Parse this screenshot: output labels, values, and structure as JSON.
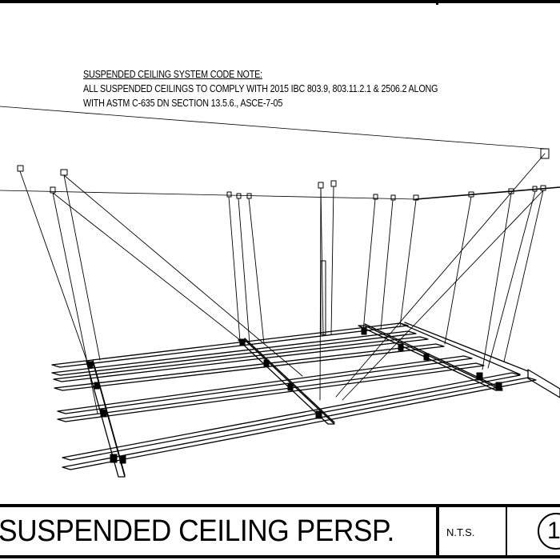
{
  "code_note": {
    "heading": "SUSPENDED CEILING SYSTEM CODE NOTE:",
    "line1": "ALL SUSPENDED CEILINGS TO COMPLY WITH 2015 IBC 803.9, 803.11.2.1 & 2506.2 ALONG",
    "line2": "WITH ASTM C-635 DN SECTION 13.5.6., ASCE-7-05"
  },
  "title_block": {
    "drawing_title": "SUSPENDED CEILING PERSP.",
    "scale": "N.T.S.",
    "sheet_number": "1"
  }
}
